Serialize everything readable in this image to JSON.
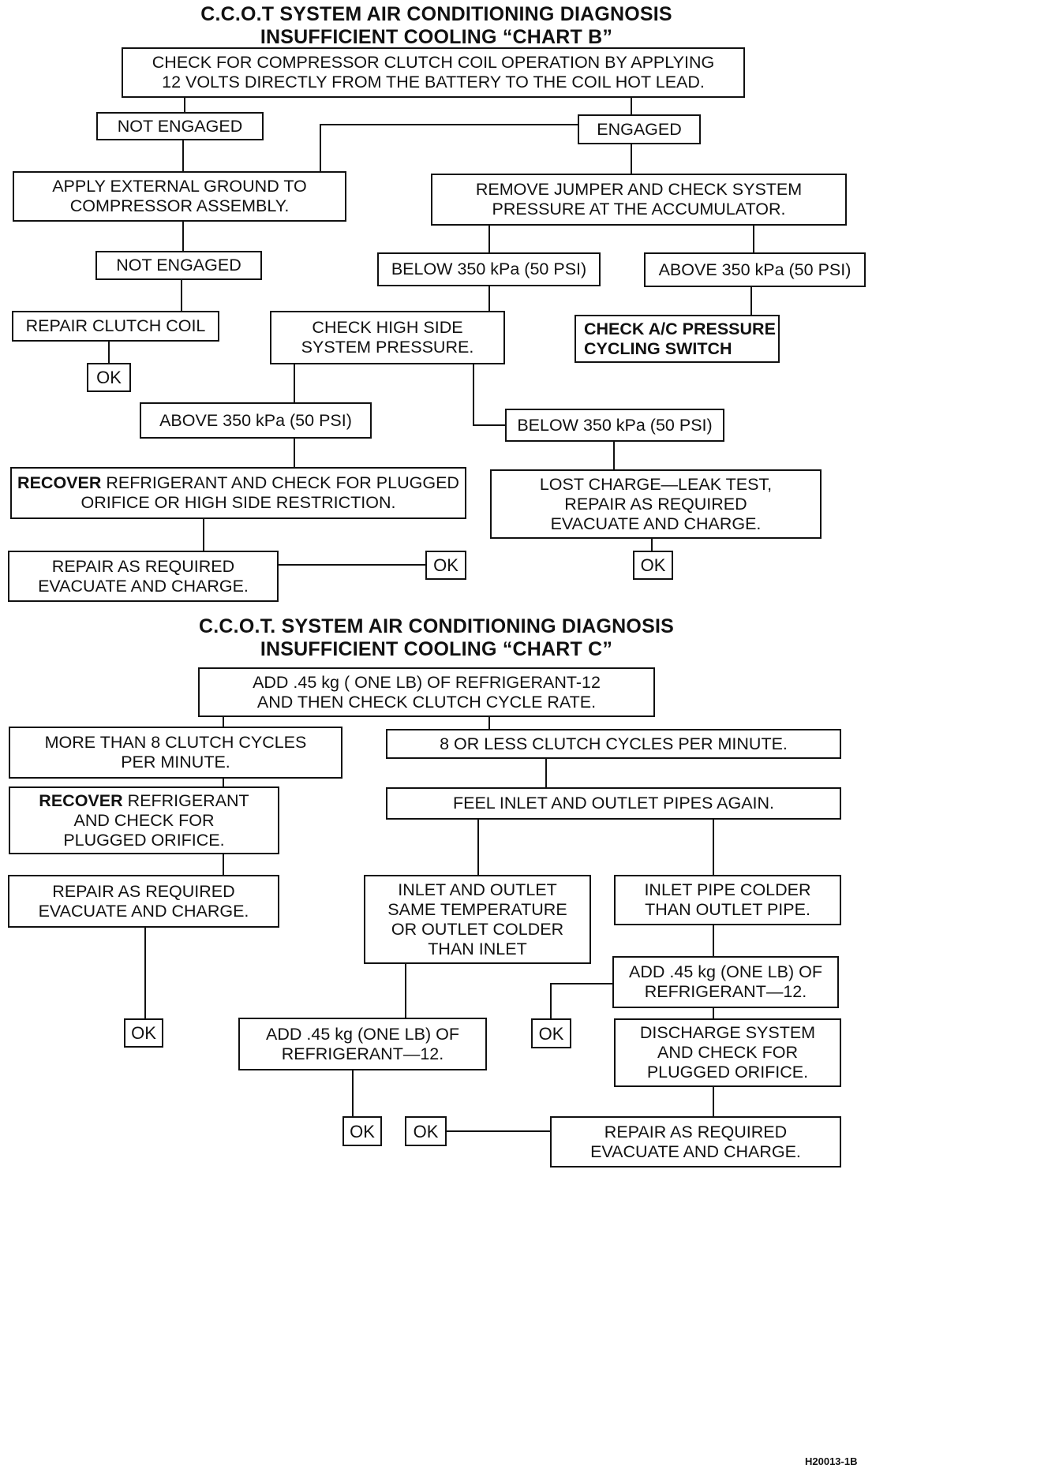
{
  "chart_b": {
    "title_line1": "C.C.O.T SYSTEM AIR CONDITIONING DIAGNOSIS",
    "title_line2": "INSUFFICIENT COOLING “CHART B”",
    "check_clutch": [
      "CHECK FOR COMPRESSOR CLUTCH COIL OPERATION   BY APPLYING",
      "12 VOLTS DIRECTLY FROM THE BATTERY TO THE COIL HOT LEAD."
    ],
    "not_engaged_1": "NOT ENGAGED",
    "engaged": "ENGAGED",
    "apply_ground": [
      "APPLY EXTERNAL GROUND TO",
      "COMPRESSOR ASSEMBLY."
    ],
    "remove_jumper": [
      "REMOVE JUMPER AND CHECK SYSTEM",
      "PRESSURE AT THE ACCUMULATOR."
    ],
    "not_engaged_2": "NOT ENGAGED",
    "below_350_a": "BELOW 350 kPa (50 PSI)",
    "above_350_a": "ABOVE 350 kPa (50 PSI)",
    "repair_clutch": "REPAIR CLUTCH COIL",
    "check_high_side": [
      "CHECK HIGH SIDE",
      "SYSTEM PRESSURE."
    ],
    "check_cycling": [
      "CHECK A/C PRESSURE",
      "CYCLING SWITCH"
    ],
    "ok_1": "OK",
    "above_350_b": "ABOVE 350 kPa (50 PSI)",
    "below_350_b": "BELOW 350 kPa (50 PSI)",
    "recover_bold": "RECOVER",
    "recover_rest": " REFRIGERANT AND CHECK FOR PLUGGED",
    "recover_line2": "ORIFICE OR HIGH SIDE RESTRICTION.",
    "lost_charge": [
      "LOST CHARGE—LEAK TEST,",
      "REPAIR AS REQUIRED",
      "EVACUATE AND CHARGE."
    ],
    "repair_evac": [
      "REPAIR AS REQUIRED",
      "EVACUATE AND CHARGE."
    ],
    "ok_2": "OK",
    "ok_3": "OK"
  },
  "chart_c": {
    "title_line1": "C.C.O.T. SYSTEM AIR CONDITIONING DIAGNOSIS",
    "title_line2": "INSUFFICIENT COOLING “CHART C”",
    "add_refrig": [
      "ADD .45 kg ( ONE LB) OF REFRIGERANT-12",
      "AND THEN CHECK CLUTCH CYCLE RATE."
    ],
    "more_than_8": [
      "MORE THAN 8 CLUTCH CYCLES",
      "PER MINUTE."
    ],
    "eight_or_less": "8 OR LESS CLUTCH CYCLES PER MINUTE.",
    "recover_bold": "RECOVER",
    "recover_rest": " REFRIGERANT",
    "recover_lines": [
      "AND CHECK FOR",
      "PLUGGED ORIFICE."
    ],
    "feel_pipes": "FEEL INLET AND OUTLET PIPES AGAIN.",
    "repair_evac_1": [
      "REPAIR AS REQUIRED",
      "EVACUATE AND CHARGE."
    ],
    "inlet_outlet_same": [
      "INLET AND OUTLET",
      "SAME TEMPERATURE",
      "OR OUTLET COLDER",
      "THAN INLET"
    ],
    "inlet_colder": [
      "INLET PIPE COLDER",
      "THAN OUTLET PIPE."
    ],
    "add_045_right": [
      "ADD .45 kg (ONE LB) OF",
      "REFRIGERANT—12."
    ],
    "ok_a": "OK",
    "add_045_mid": [
      "ADD .45 kg (ONE LB) OF",
      "REFRIGERANT—12."
    ],
    "ok_b": "OK",
    "discharge": [
      "DISCHARGE SYSTEM",
      "AND CHECK FOR",
      "PLUGGED ORIFICE."
    ],
    "ok_c": "OK",
    "ok_d": "OK",
    "repair_evac_2": [
      "REPAIR AS REQUIRED",
      "EVACUATE AND CHARGE."
    ]
  },
  "figure_id": "H20013-1B"
}
